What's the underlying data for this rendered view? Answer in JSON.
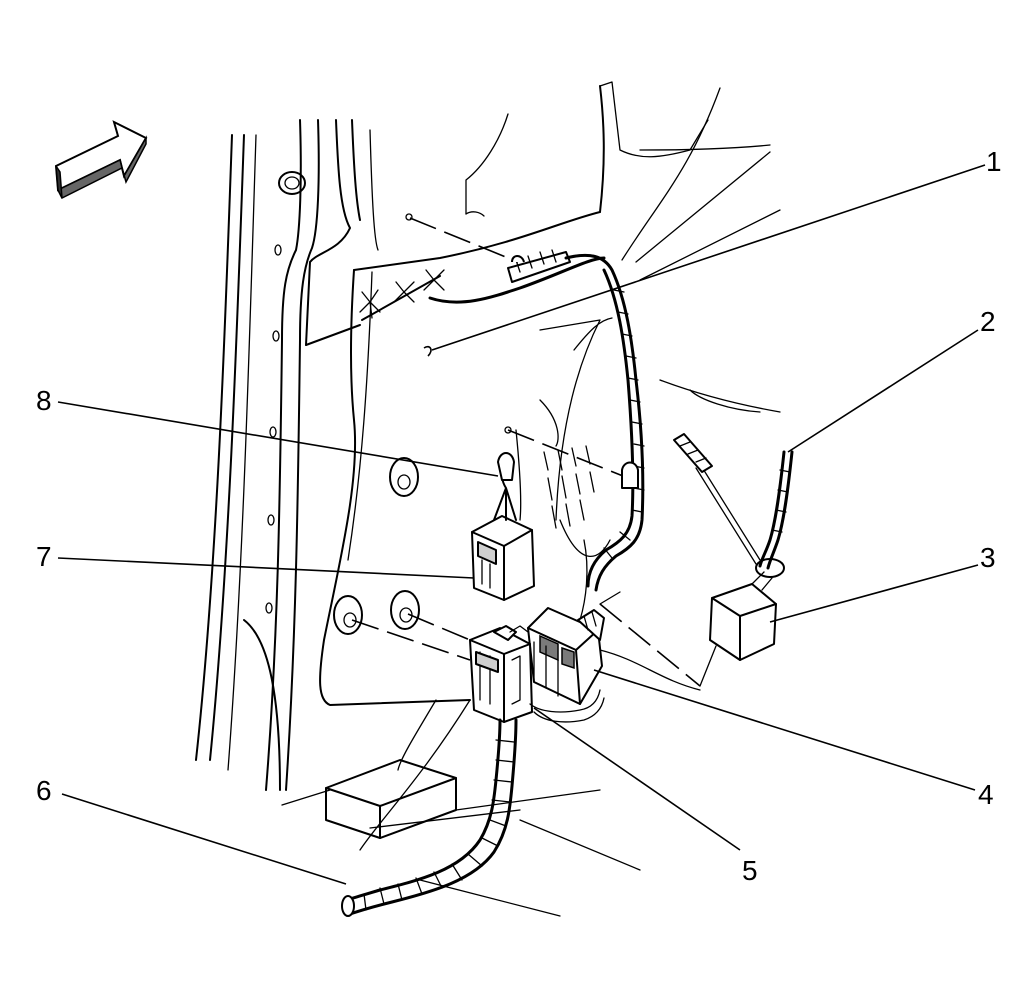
{
  "callouts": [
    {
      "id": "1",
      "text": "1"
    },
    {
      "id": "2",
      "text": "2"
    },
    {
      "id": "3",
      "text": "3"
    },
    {
      "id": "4",
      "text": "4"
    },
    {
      "id": "5",
      "text": "5"
    },
    {
      "id": "6",
      "text": "6"
    },
    {
      "id": "7",
      "text": "7"
    },
    {
      "id": "8",
      "text": "8"
    }
  ],
  "direction_arrow": {
    "icon": "forward-arrow-icon"
  }
}
